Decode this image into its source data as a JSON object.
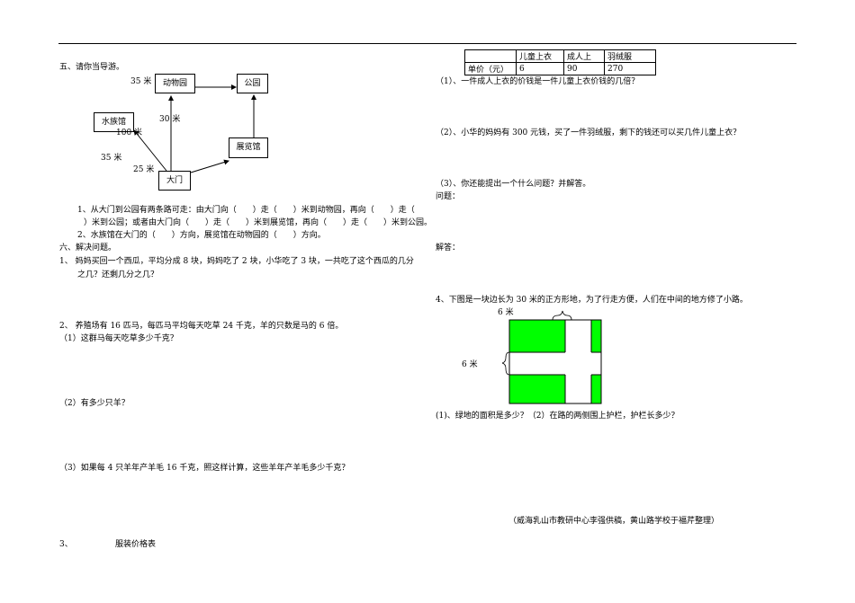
{
  "section5": {
    "title": "五、请你当导游。",
    "map": {
      "zoo": "动物园",
      "park": "公园",
      "aquarium": "水族馆",
      "exhibition": "展览馆",
      "gate": "大门",
      "d1": "35 米",
      "d2": "30 米",
      "d3": "100 米",
      "d4": "35 米",
      "d5": "25 米"
    },
    "q1_line1": "1、从大门到公园有两条路可走：由大门向（　　）走（　　）米到动物园，再向（　　）走（",
    "q1_line2": "）米到公园；或者由大门向（　　）走（　　）米到展览馆，再向（　　）走（　　）米到公园。",
    "q2": "2、水族馆在大门的（　　）方向，展览馆在动物园的（　　）方向。"
  },
  "section6": {
    "title": "六、解决问题。",
    "p1_line1": "1、 妈妈买回一个西瓜，平均分成 8 块，妈妈吃了 2 块，小华吃了 3 块，一共吃了这个西瓜的几分",
    "p1_line2": "之几？还剩几分之几？",
    "p2": "2、 养殖场有 16 匹马，每匹马平均每天吃草 24 千克，羊的只数是马的 6 倍。",
    "p2_q1": "（1）这群马每天吃草多少千克？",
    "p2_q2": "（2）有多少只羊？",
    "p2_q3": "（3）如果每 4 只羊年产羊毛 16 千克，照这样计算，这些羊年产羊毛多少千克？",
    "p3_num": "3、",
    "p3_title": "服装价格表"
  },
  "price_table": {
    "headers": [
      "",
      "儿童上衣",
      "成人上",
      "羽绒服"
    ],
    "row_label": "单价（元）",
    "values": [
      "6",
      "90",
      "270"
    ]
  },
  "right": {
    "q1": "（1）、一件成人上衣的价钱是一件儿童上衣价钱的几倍？",
    "q2": "（2）、小华的妈妈有 300 元钱，买了一件羽绒服，剩下的钱还可以买几件儿童上衣？",
    "q3": "（3）、你还能提出一个什么问题？并解答。",
    "question_label": "问题：",
    "answer_label": "解答：",
    "p4": "4、下图是一块边长为 30 米的正方形地，为了行走方便，人们在中间的地方修了小路。",
    "road_top": "6 米",
    "road_left": "6 米",
    "p4_q": "(1)、绿地的面积是多少？（2）在路的两侧围上护栏，护栏长多少？",
    "credit": "（威海乳山市教研中心李强供稿，黄山路学校于福芹整理）"
  },
  "colors": {
    "grass": "#00ff00",
    "line": "#000000"
  }
}
